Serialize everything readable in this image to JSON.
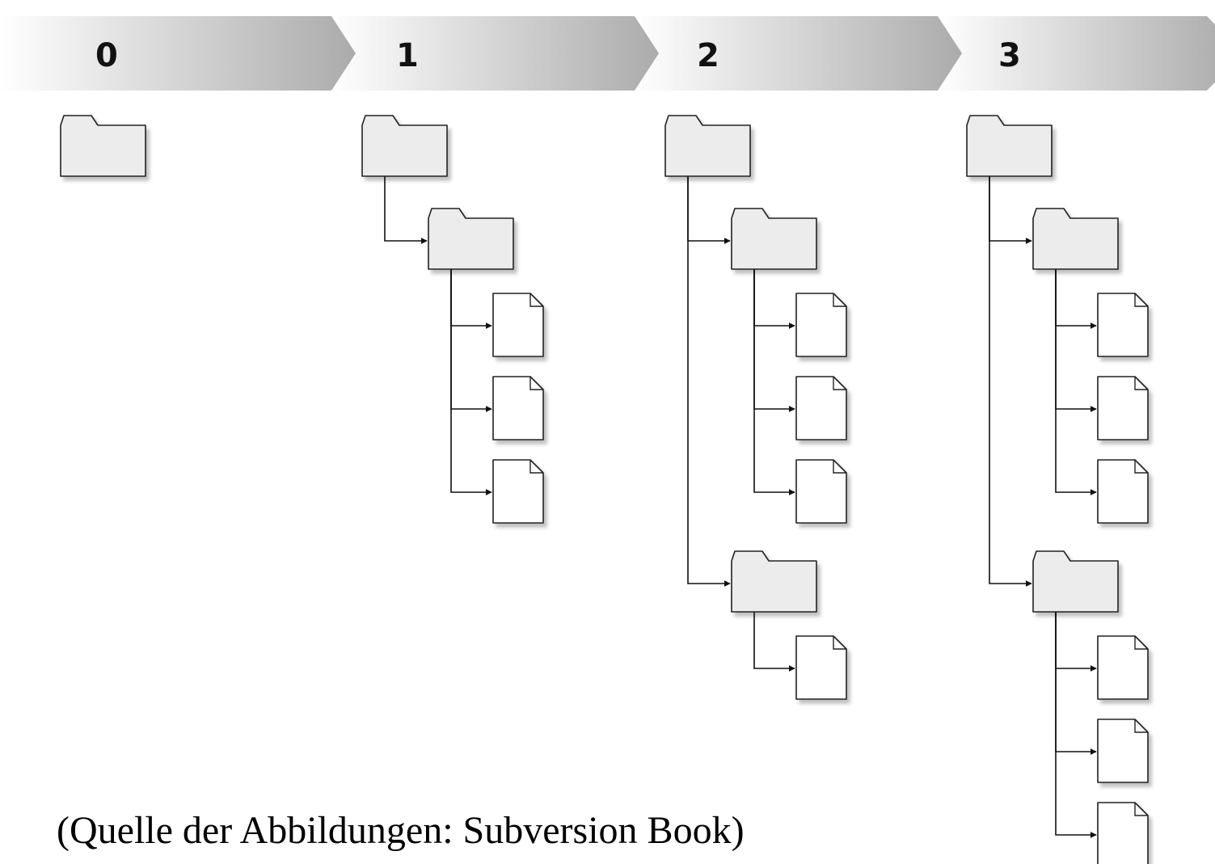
{
  "revisions": [
    {
      "label": "0",
      "tree": {
        "type": "folder",
        "children": []
      }
    },
    {
      "label": "1",
      "tree": {
        "type": "folder",
        "children": [
          {
            "type": "folder",
            "children": [
              {
                "type": "file"
              },
              {
                "type": "file"
              },
              {
                "type": "file"
              }
            ]
          }
        ]
      }
    },
    {
      "label": "2",
      "tree": {
        "type": "folder",
        "children": [
          {
            "type": "folder",
            "children": [
              {
                "type": "file"
              },
              {
                "type": "file"
              },
              {
                "type": "file"
              }
            ]
          },
          {
            "type": "folder",
            "children": [
              {
                "type": "file"
              }
            ]
          }
        ]
      }
    },
    {
      "label": "3",
      "tree": {
        "type": "folder",
        "children": [
          {
            "type": "folder",
            "children": [
              {
                "type": "file"
              },
              {
                "type": "file"
              },
              {
                "type": "file"
              }
            ]
          },
          {
            "type": "folder",
            "children": [
              {
                "type": "file"
              },
              {
                "type": "file"
              },
              {
                "type": "file"
              }
            ]
          }
        ]
      }
    }
  ],
  "caption": "(Quelle der Abbildungen: Subversion Book)",
  "colors": {
    "arrow_start": "#ffffff",
    "arrow_end": "#a8a8a8",
    "folder_fill": "#ececec",
    "file_fill": "#ffffff",
    "outline": "#222222",
    "connector": "#111111",
    "shadow": "#cfcfcf"
  }
}
